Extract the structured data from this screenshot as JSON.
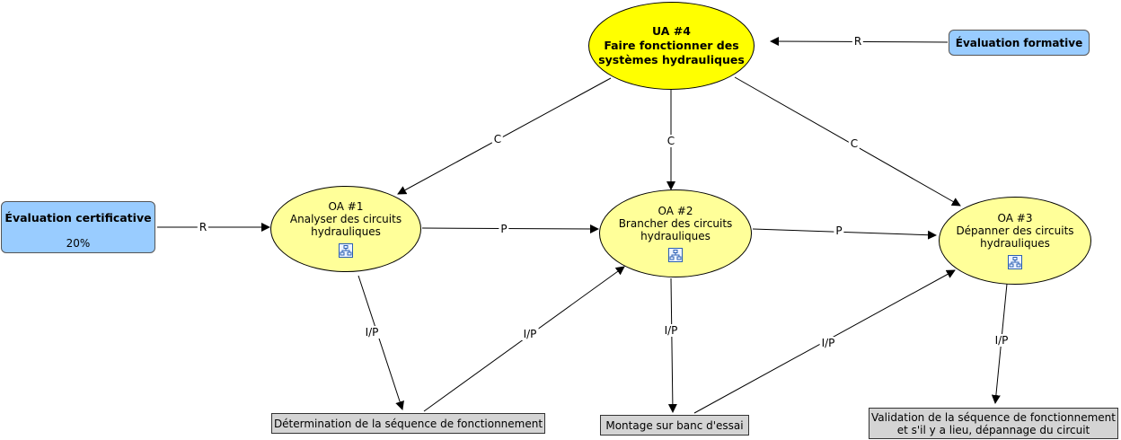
{
  "nodes": {
    "ua4": {
      "line1": "UA #4",
      "line2": "Faire fonctionner des",
      "line3": "systèmes hydrauliques"
    },
    "eval_formative": {
      "label": "Évaluation formative"
    },
    "eval_certificative": {
      "label": "Évaluation certificative",
      "weight": "20%"
    },
    "oa1": {
      "line1": "OA #1",
      "line2": "Analyser des circuits",
      "line3": "hydrauliques",
      "icon": "concept-map-icon"
    },
    "oa2": {
      "line1": "OA #2",
      "line2": "Brancher des circuits",
      "line3": "hydrauliques",
      "icon": "concept-map-icon"
    },
    "oa3": {
      "line1": "OA #3",
      "line2": "Dépanner des circuits",
      "line3": "hydrauliques",
      "icon": "concept-map-icon"
    },
    "sequence": {
      "label": "Détermination de la séquence de fonctionnement"
    },
    "montage": {
      "label": "Montage sur banc d'essai"
    },
    "validation": {
      "line1": "Validation de la séquence de fonctionnement",
      "line2": "et s'il y a lieu, dépannage du circuit"
    }
  },
  "links": {
    "r_formative": "R",
    "c_oa1": "C",
    "c_oa2": "C",
    "c_oa3": "C",
    "r_certificative": "R",
    "p_oa1_oa2": "P",
    "p_oa2_oa3": "P",
    "ip_oa1_seq": "I/P",
    "ip_seq_oa2": "I/P",
    "ip_oa2_montage": "I/P",
    "ip_montage_oa3": "I/P",
    "ip_oa3_validation": "I/P"
  },
  "colors": {
    "main_node": "#ffff00",
    "objective_node": "#ffff99",
    "evaluation_node": "#99ccff",
    "activity_node": "#d4d4d4"
  }
}
